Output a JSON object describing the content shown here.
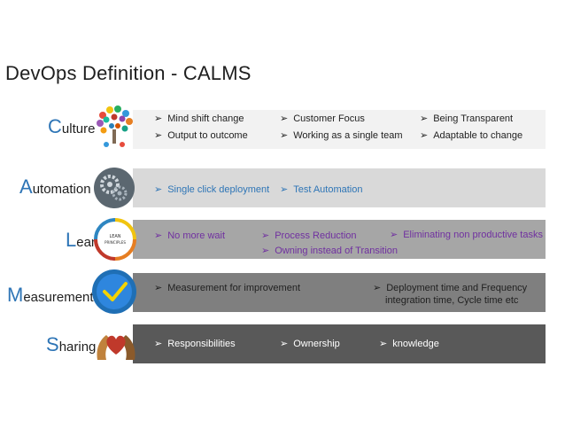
{
  "page": {
    "title": "DevOps Definition - CALMS"
  },
  "colors": {
    "culture_band": "#f2f2f2",
    "automation_band": "#d9d9d9",
    "lean_band": "#a6a6a6",
    "measurement_band": "#7f7f7f",
    "sharing_band": "#595959",
    "letter_accent": "#2e75b6"
  },
  "rows": [
    {
      "initial": "C",
      "rest": "ulture",
      "icon": "people-tree-icon",
      "bullets": [
        "Mind shift change",
        "Customer Focus",
        "Being Transparent",
        "Output to outcome",
        "Working as a single team",
        "Adaptable to change"
      ]
    },
    {
      "initial": "A",
      "rest": "utomation",
      "icon": "gears-icon",
      "bullets": [
        "Single click deployment",
        "Test Automation"
      ]
    },
    {
      "initial": "L",
      "rest": "ean",
      "icon": "lean-principles-icon",
      "icon_text": "LEAN\nPRINCIPLES",
      "bullets": [
        "No more wait",
        "Process Reduction",
        "Eliminating non productive tasks",
        "Owning instead of Transition"
      ]
    },
    {
      "initial": "M",
      "rest": "easurement",
      "icon": "checkmark-circle-icon",
      "bullets": [
        "Measurement for improvement",
        "Deployment time and Frequency",
        "integration time, Cycle time etc"
      ]
    },
    {
      "initial": "S",
      "rest": "haring",
      "icon": "hands-heart-icon",
      "bullets": [
        "Responsibilities",
        "Ownership",
        "knowledge"
      ]
    }
  ],
  "arrow_glyph": "➢"
}
